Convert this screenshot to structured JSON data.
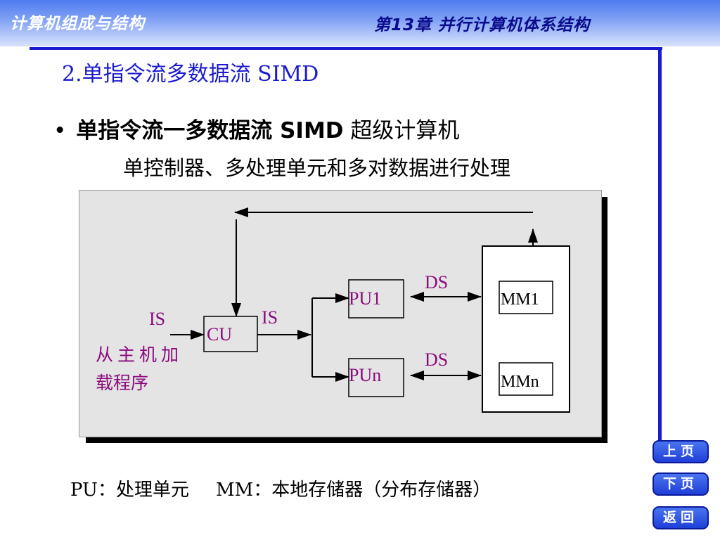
{
  "header": {
    "course_title": "计算机组成与结构",
    "chapter_title": "第13章 并行计算机体系结构"
  },
  "section_title": "2.单指令流多数据流 SIMD",
  "bullet": {
    "marker": "•",
    "bold_text": "单指令流一多数据流 SIMD",
    "normal_text": " 超级计算机"
  },
  "subline": "单控制器、多处理单元和多对数据进行处理",
  "diagram": {
    "cu_label": "CU",
    "pu1_label": "PU1",
    "pun_label": "PUn",
    "mm1_label": "MM1",
    "mmn_label": "MMn",
    "is_in_label": "IS",
    "is_out_label": "IS",
    "ds1_label": "DS",
    "dsn_label": "DS",
    "host_load_line1": "从主机加",
    "host_load_line2": "载程序",
    "colors": {
      "label": "#8b0a7d",
      "line": "#000000",
      "panel": "#e4e4e4"
    }
  },
  "legend": {
    "pu": "PU：处理单元",
    "mm": "MM：本地存储器（分布存储器）"
  },
  "nav": {
    "prev": "上页",
    "next": "下页",
    "back": "返回"
  },
  "colors": {
    "accent": "#1a1ad0",
    "banner": "#4f7bf0"
  }
}
